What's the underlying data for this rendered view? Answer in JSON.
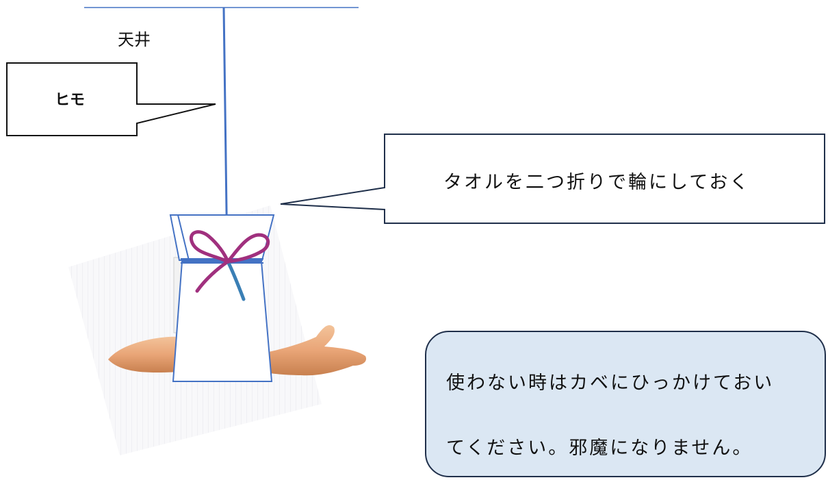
{
  "labels": {
    "ceiling": "天井",
    "string": "ヒモ",
    "towel": "タオルを二つ折りで輪にしておく"
  },
  "note": {
    "lines": [
      "使わない時はカベにひっかけておい",
      "てください。邪魔になりません。"
    ]
  },
  "colors": {
    "line_blue": "#4472c4",
    "ribbon": "#a0307e",
    "ribbon_tail": "#3a7fb5",
    "note_fill": "#dbe7f3",
    "note_border": "#1f2f4a",
    "skin": "#e8a578"
  }
}
